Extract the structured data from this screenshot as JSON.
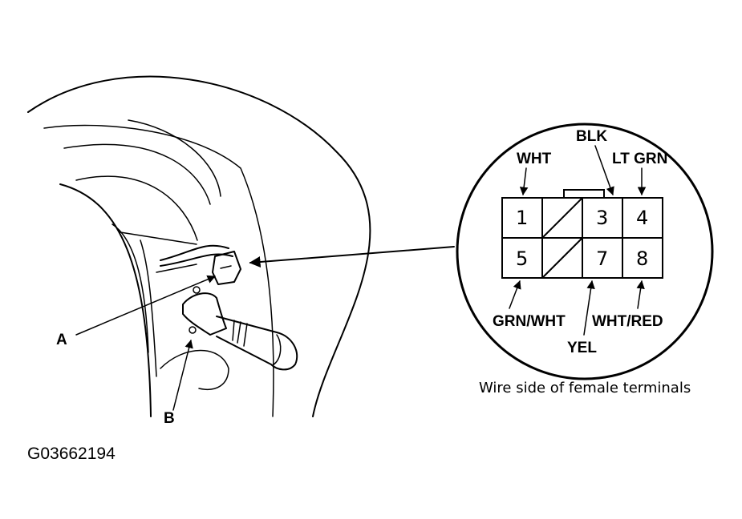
{
  "labels": {
    "part_a": "A",
    "part_b": "B",
    "figure_code": "G03662194",
    "caption": "Wire side of female terminals"
  },
  "wires": {
    "wht": "WHT",
    "blk": "BLK",
    "lt_grn": "LT GRN",
    "grn_wht": "GRN/WHT",
    "wht_red": "WHT/RED",
    "yel": "YEL"
  },
  "pins": {
    "p1": "1",
    "p3": "3",
    "p4": "4",
    "p5": "5",
    "p7": "7",
    "p8": "8"
  }
}
